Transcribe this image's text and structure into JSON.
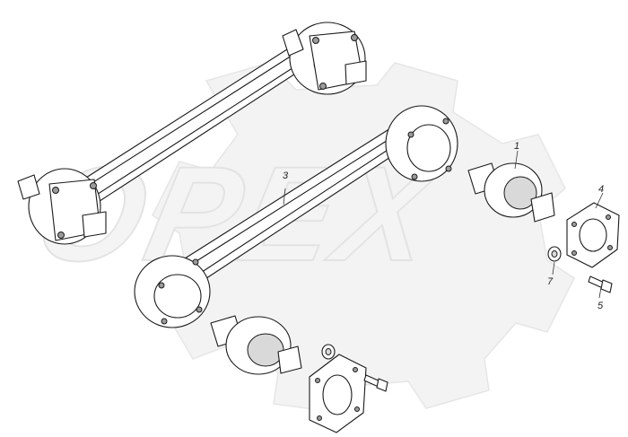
{
  "watermark": {
    "text": "OPEX"
  },
  "corner_code": "",
  "callouts": [
    {
      "id": "callout-1",
      "text": "1"
    },
    {
      "id": "callout-3",
      "text": "3"
    },
    {
      "id": "callout-4",
      "text": "4"
    },
    {
      "id": "callout-5",
      "text": "5"
    },
    {
      "id": "callout-7",
      "text": "7"
    }
  ]
}
